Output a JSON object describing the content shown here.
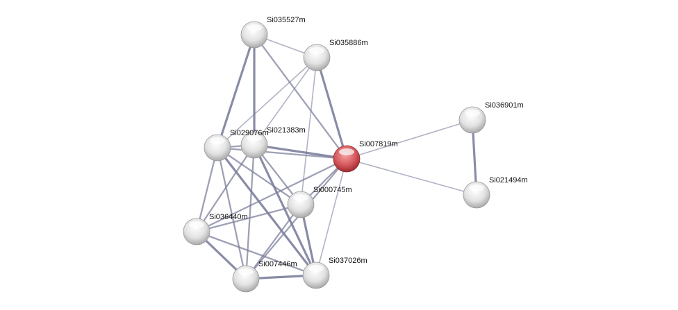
{
  "network": {
    "colors": {
      "edge": "#7c809c",
      "node": "#e6e6e6",
      "query_node": "#d9555b"
    },
    "nodes": [
      {
        "id": "Si035527m",
        "label": "Si035527m",
        "query": false
      },
      {
        "id": "Si035886m",
        "label": "Si035886m",
        "query": false
      },
      {
        "id": "Si036901m",
        "label": "Si036901m",
        "query": false
      },
      {
        "id": "Si021383m",
        "label": "Si021383m",
        "query": false
      },
      {
        "id": "Si029076m",
        "label": "Si029076m",
        "query": false
      },
      {
        "id": "Si007819m",
        "label": "Si007819m",
        "query": true
      },
      {
        "id": "Si021494m",
        "label": "Si021494m",
        "query": false
      },
      {
        "id": "Si000745m",
        "label": "Si000745m",
        "query": false
      },
      {
        "id": "Si036440m",
        "label": "Si036440m",
        "query": false
      },
      {
        "id": "Si007446m",
        "label": "Si007446m",
        "query": false
      },
      {
        "id": "Si037026m",
        "label": "Si037026m",
        "query": false
      }
    ],
    "edges": [
      [
        "Si035527m",
        "Si035886m",
        1
      ],
      [
        "Si035527m",
        "Si029076m",
        3
      ],
      [
        "Si035527m",
        "Si021383m",
        3
      ],
      [
        "Si035527m",
        "Si007819m",
        2
      ],
      [
        "Si035886m",
        "Si029076m",
        1
      ],
      [
        "Si035886m",
        "Si021383m",
        1
      ],
      [
        "Si035886m",
        "Si000745m",
        1
      ],
      [
        "Si035886m",
        "Si007819m",
        3
      ],
      [
        "Si029076m",
        "Si021383m",
        2
      ],
      [
        "Si029076m",
        "Si007819m",
        2
      ],
      [
        "Si021383m",
        "Si007819m",
        3
      ],
      [
        "Si029076m",
        "Si036440m",
        2
      ],
      [
        "Si029076m",
        "Si007446m",
        2
      ],
      [
        "Si029076m",
        "Si037026m",
        3
      ],
      [
        "Si029076m",
        "Si000745m",
        2
      ],
      [
        "Si021383m",
        "Si036440m",
        2
      ],
      [
        "Si021383m",
        "Si007446m",
        2
      ],
      [
        "Si021383m",
        "Si037026m",
        3
      ],
      [
        "Si021383m",
        "Si000745m",
        2
      ],
      [
        "Si007819m",
        "Si036440m",
        2
      ],
      [
        "Si007819m",
        "Si000745m",
        2
      ],
      [
        "Si007819m",
        "Si037026m",
        1
      ],
      [
        "Si007819m",
        "Si007446m",
        2
      ],
      [
        "Si000745m",
        "Si036440m",
        2
      ],
      [
        "Si000745m",
        "Si007446m",
        2
      ],
      [
        "Si000745m",
        "Si037026m",
        3
      ],
      [
        "Si036440m",
        "Si007446m",
        3
      ],
      [
        "Si036440m",
        "Si037026m",
        2
      ],
      [
        "Si007446m",
        "Si037026m",
        3
      ],
      [
        "Si007819m",
        "Si036901m",
        1
      ],
      [
        "Si007819m",
        "Si021494m",
        1
      ],
      [
        "Si036901m",
        "Si021494m",
        3
      ]
    ]
  }
}
